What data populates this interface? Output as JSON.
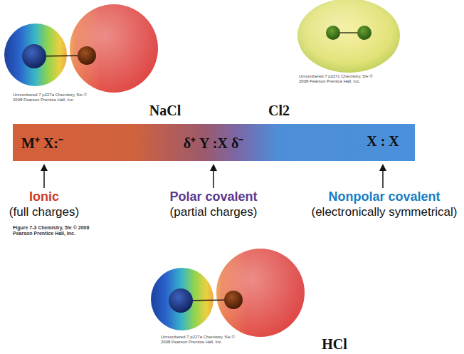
{
  "diagram": {
    "nodes": [
      {
        "text": [
          "M⁺ X:⁻",
          "δ⁺ Y :X δ⁻",
          "X : X"
        ]
      }
    ],
    "labels": [
      "Unnumbered 7 p227a Chemistry, 5/e © 2008 Pearson Prentice Hall, Inc.",
      "Unnumbered 7 p227c Chemistry, 5/e © 2008 Pearson Prentice Hall, Inc.",
      "NaCl",
      "Cl2",
      "Ionic",
      "(full charges)",
      "Polar covalent",
      "(partial charges)",
      "Nonpolar covalent",
      "(electronically symmetrical)",
      "Figure 7-3 Chemistry, 5/e © 2008 Pearson Prentice Hall, Inc.",
      "Unnumbered 7 p227a Chemistry, 5/e © 2008 Pearson Prentice Hall, Inc.",
      "HCl"
    ]
  }
}
